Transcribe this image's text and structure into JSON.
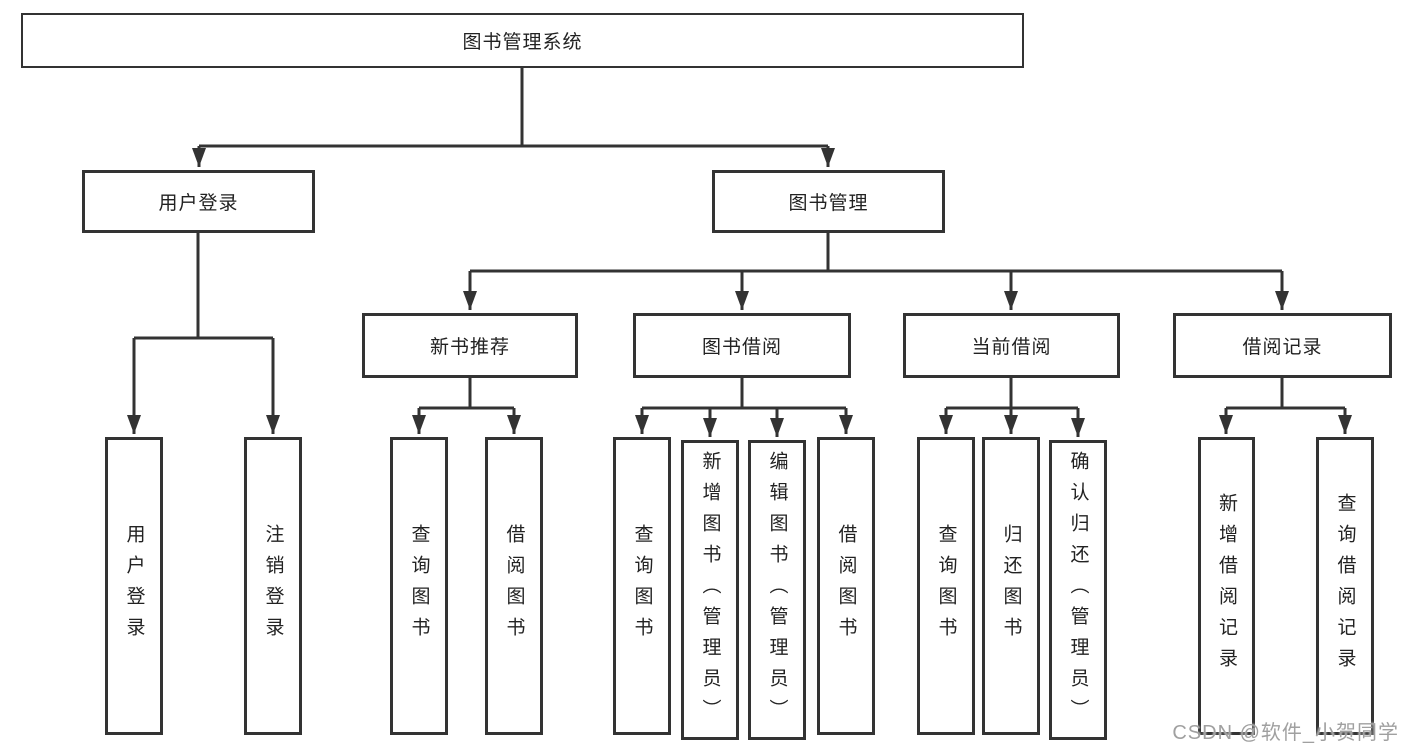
{
  "colors": {
    "line": "#333333",
    "box_border": "#333333",
    "box_fill": "#ffffff",
    "text": "#222222",
    "watermark": "#a0a0a0",
    "background": "#ffffff"
  },
  "diagram": {
    "root": {
      "label": "图书管理系统"
    },
    "level2": [
      {
        "label": "用户登录"
      },
      {
        "label": "图书管理"
      }
    ],
    "level3": [
      {
        "label": "新书推荐"
      },
      {
        "label": "图书借阅"
      },
      {
        "label": "当前借阅"
      },
      {
        "label": "借阅记录"
      }
    ],
    "leaves": {
      "user_login": [
        {
          "label": "用户登录"
        },
        {
          "label": "注销登录"
        }
      ],
      "new_book_rec": [
        {
          "label": "查询图书"
        },
        {
          "label": "借阅图书"
        }
      ],
      "book_borrow": [
        {
          "label": "查询图书"
        },
        {
          "label": "新增图书（管理员）"
        },
        {
          "label": "编辑图书（管理员）"
        },
        {
          "label": "借阅图书"
        }
      ],
      "current_borrow": [
        {
          "label": "查询图书"
        },
        {
          "label": "归还图书"
        },
        {
          "label": "确认归还（管理员）"
        }
      ],
      "borrow_record": [
        {
          "label": "新增借阅记录"
        },
        {
          "label": "查询借阅记录"
        }
      ]
    }
  },
  "watermark": {
    "text": "CSDN @软件_小贺同学"
  }
}
